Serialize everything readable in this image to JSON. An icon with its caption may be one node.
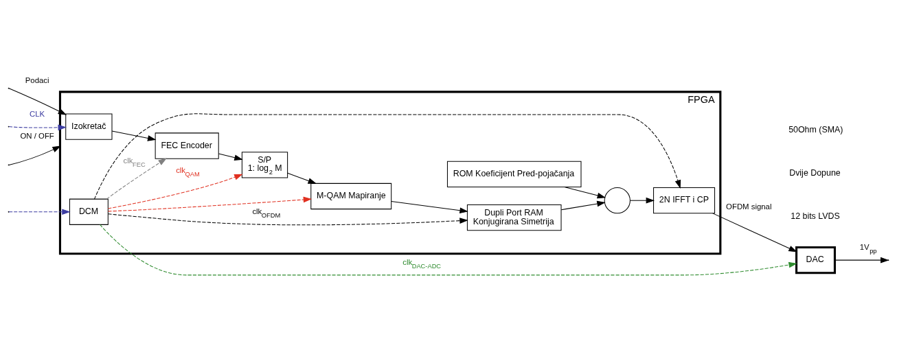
{
  "diagram": {
    "nodes": [
      {
        "text": [
          "FPGA"
        ]
      },
      {
        "text": [
          "Izokretač"
        ],
        "in": 0
      },
      {
        "text": [
          "FEC Encoder"
        ],
        "in": 0
      },
      {
        "text": [
          "S/P",
          "1: log$_{2}$ M"
        ],
        "in": 0
      },
      {
        "text": [
          "M-QAM Mapiranje"
        ],
        "in": 0
      },
      {
        "text": [
          "Dupli Port RAM",
          "Konjugirana Simetrija"
        ],
        "in": 0
      },
      {
        "text": [
          "ROM Koeficijent Pred-pojačanja"
        ],
        "in": 0
      },
      {
        "text": [],
        "shape": "circle",
        "in": 0
      },
      {
        "text": [
          "2N IFFT i CP"
        ],
        "in": 0
      },
      {
        "text": [
          "DCM"
        ],
        "in": 0
      },
      {
        "text": [
          "DAC"
        ]
      }
    ],
    "edges": [
      {
        "from": null,
        "to": 0,
        "arrow": "to",
        "label": "ON / OFF"
      },
      {
        "from": null,
        "to": 1,
        "arrow": "to",
        "label": "Podaci"
      },
      {
        "from": null,
        "to": 1,
        "arrow": "to",
        "label": "CLK",
        "style": "dashed",
        "color": "#3b3ba0"
      },
      {
        "from": null,
        "to": 9,
        "arrow": "to",
        "style": "dashed",
        "color": "#3b3ba0"
      },
      {
        "from": 1,
        "to": 2,
        "arrow": "to"
      },
      {
        "from": 2,
        "to": 3,
        "arrow": "to"
      },
      {
        "from": 3,
        "to": 4,
        "arrow": "to"
      },
      {
        "from": 4,
        "to": 5,
        "arrow": "to"
      },
      {
        "from": 5,
        "to": 7,
        "arrow": "to"
      },
      {
        "from": 6,
        "to": 7,
        "arrow": "to"
      },
      {
        "from": 7,
        "to": 8,
        "arrow": "to"
      },
      {
        "from": 8,
        "to": 10,
        "arrow": "to",
        "label": "OFDM signal"
      },
      {
        "from": 10,
        "to": null,
        "arrow": "to",
        "label": "1V$_{pp}$"
      },
      {
        "from": 9,
        "to": 2,
        "arrow": "to",
        "label": "clk$_{FEC}$",
        "style": "dashed",
        "color": "#808080"
      },
      {
        "from": 9,
        "to": 3,
        "arrow": "to",
        "label": "clk$_{QAM}$",
        "style": "dashed",
        "color": "#e03020"
      },
      {
        "from": 9,
        "to": 4,
        "arrow": "to",
        "style": "dashed",
        "color": "#e03020"
      },
      {
        "from": 9,
        "to": 5,
        "arrow": "to",
        "label": "clk$_{OFDM}$",
        "style": "dashed"
      },
      {
        "from": 9,
        "to": 8,
        "arrow": "to",
        "style": "dashed"
      },
      {
        "from": 9,
        "to": 10,
        "arrow": "to",
        "label": "clk$_{DAC-ADC}$",
        "style": "dashed",
        "color": "#2e8b2e"
      }
    ],
    "labels": [
      "12 bits LVDS",
      "Dvije Dopune",
      "50Ohm (SMA)"
    ]
  }
}
